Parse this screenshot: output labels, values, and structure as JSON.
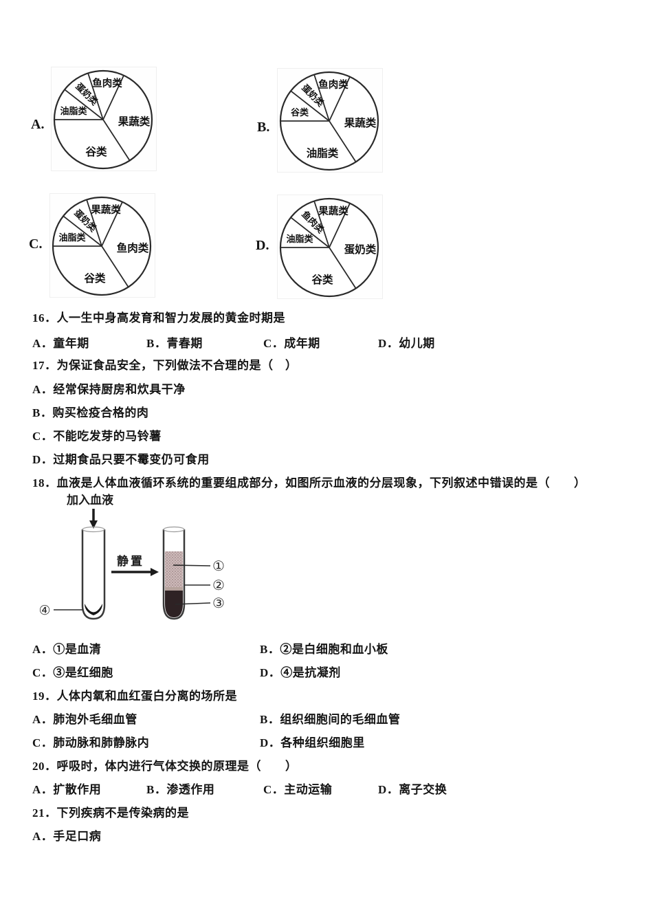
{
  "pies": [
    {
      "option_label": "A.",
      "slices": [
        {
          "name": "油脂类",
          "from": 142,
          "to": 180,
          "pos": "left"
        },
        {
          "name": "蛋奶类",
          "from": 108,
          "to": 142,
          "pos": "diag"
        },
        {
          "name": "鱼肉类",
          "from": 65,
          "to": 108,
          "pos": "top"
        },
        {
          "name": "果蔬类",
          "from": -57,
          "to": 65,
          "pos": "right"
        },
        {
          "name": "谷类",
          "from": -180,
          "to": -57,
          "pos": "bottom"
        }
      ]
    },
    {
      "option_label": "B.",
      "slices": [
        {
          "name": "谷类",
          "from": 142,
          "to": 180,
          "pos": "left"
        },
        {
          "name": "蛋奶类",
          "from": 108,
          "to": 142,
          "pos": "diag"
        },
        {
          "name": "鱼肉类",
          "from": 65,
          "to": 108,
          "pos": "top"
        },
        {
          "name": "果蔬类",
          "from": -57,
          "to": 65,
          "pos": "right"
        },
        {
          "name": "油脂类",
          "from": -180,
          "to": -57,
          "pos": "bottom"
        }
      ]
    },
    {
      "option_label": "C.",
      "slices": [
        {
          "name": "油脂类",
          "from": 142,
          "to": 180,
          "pos": "left"
        },
        {
          "name": "蛋奶类",
          "from": 108,
          "to": 142,
          "pos": "diag"
        },
        {
          "name": "果蔬类",
          "from": 65,
          "to": 108,
          "pos": "top"
        },
        {
          "name": "鱼肉类",
          "from": -57,
          "to": 65,
          "pos": "right"
        },
        {
          "name": "谷类",
          "from": -180,
          "to": -57,
          "pos": "bottom"
        }
      ]
    },
    {
      "option_label": "D.",
      "slices": [
        {
          "name": "油脂类",
          "from": 142,
          "to": 180,
          "pos": "left"
        },
        {
          "name": "鱼肉类",
          "from": 108,
          "to": 142,
          "pos": "diag"
        },
        {
          "name": "果蔬类",
          "from": 65,
          "to": 108,
          "pos": "top"
        },
        {
          "name": "蛋奶类",
          "from": -57,
          "to": 65,
          "pos": "right"
        },
        {
          "name": "谷类",
          "from": -180,
          "to": -57,
          "pos": "bottom"
        }
      ]
    }
  ],
  "blood_diagram": {
    "add_blood_label": "加入血液",
    "stand_label": "静置",
    "layer_1": "①",
    "layer_2": "②",
    "layer_3": "③",
    "tube_bottom": "④"
  },
  "questions": [
    {
      "stem": "16．人一生中身高发育和智力发展的黄金时期是",
      "options": [
        "A．童年期",
        "B．青春期",
        "C．成年期",
        "D．幼儿期"
      ]
    },
    {
      "stem": "17．为保证食品安全，下列做法不合理的是（　）",
      "options": [
        "A．经常保持厨房和炊具干净",
        "B．购买检疫合格的肉",
        "C．不能吃发芽的马铃薯",
        "D．过期食品只要不霉变仍可食用"
      ]
    },
    {
      "stem": "18．血液是人体血液循环系统的重要组成部分，如图所示血液的分层现象，下列叙述中错误的是（　　）",
      "options": [
        "A．①是血清",
        "B．②是白细胞和血小板",
        "C．③是红细胞",
        "D．④是抗凝剂"
      ]
    },
    {
      "stem": "19．人体内氧和血红蛋白分离的场所是",
      "options": [
        "A．肺泡外毛细血管",
        "B．组织细胞间的毛细血管",
        "C．肺动脉和肺静脉内",
        "D．各种组织细胞里"
      ]
    },
    {
      "stem": "20．呼吸时，体内进行气体交换的原理是（　　）",
      "options": [
        "A．扩散作用",
        "B．渗透作用",
        "C．主动运输",
        "D．离子交换"
      ]
    },
    {
      "stem": "21．下列疾病不是传染病的是",
      "options": [
        "A．手足口病"
      ]
    }
  ],
  "colors": {
    "ink": "#2a2a2a",
    "plasma_layer": "#cdbaba",
    "buffy_layer": "#b5a29c",
    "red_cell_layer": "#2e2224",
    "anticoagulant": "#161616"
  }
}
